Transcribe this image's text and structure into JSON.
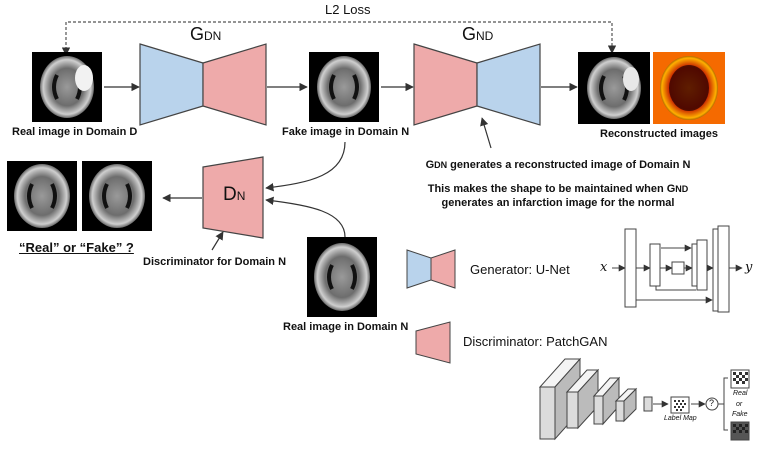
{
  "loss": {
    "label": "L2 Loss"
  },
  "generators": {
    "gdn": {
      "main": "G",
      "sub": "DN"
    },
    "gnd": {
      "main": "G",
      "sub": "ND"
    }
  },
  "discriminator": {
    "main": "D",
    "sub": "N",
    "caption": "Discriminator for Domain N"
  },
  "images": {
    "real_d": "Real image in Domain D",
    "fake_n": "Fake image in Domain N",
    "reconstructed": "Reconstructed images",
    "real_n": "Real image in Domain N"
  },
  "question": "“Real” or “Fake” ?",
  "notes": {
    "line1_prefix": "G",
    "line1_sub": "DN",
    "line1_rest": " generates a reconstructed image of Domain N",
    "line2": "This makes the shape to be maintained when G",
    "line2_sub": "ND",
    "line3": "generates an infarction image for the normal"
  },
  "legend": {
    "generator": "Generator: U-Net",
    "discriminator": "Discriminator: PatchGAN"
  },
  "unet": {
    "input": "x",
    "output": "y"
  },
  "patchgan": {
    "label_map": "Label Map",
    "question": "?",
    "real": "Real",
    "or": "or",
    "fake": "Fake"
  },
  "colors": {
    "encoder_blue": "#b9d3ec",
    "decoder_pink": "#eeaaaa",
    "outline": "#444444"
  }
}
